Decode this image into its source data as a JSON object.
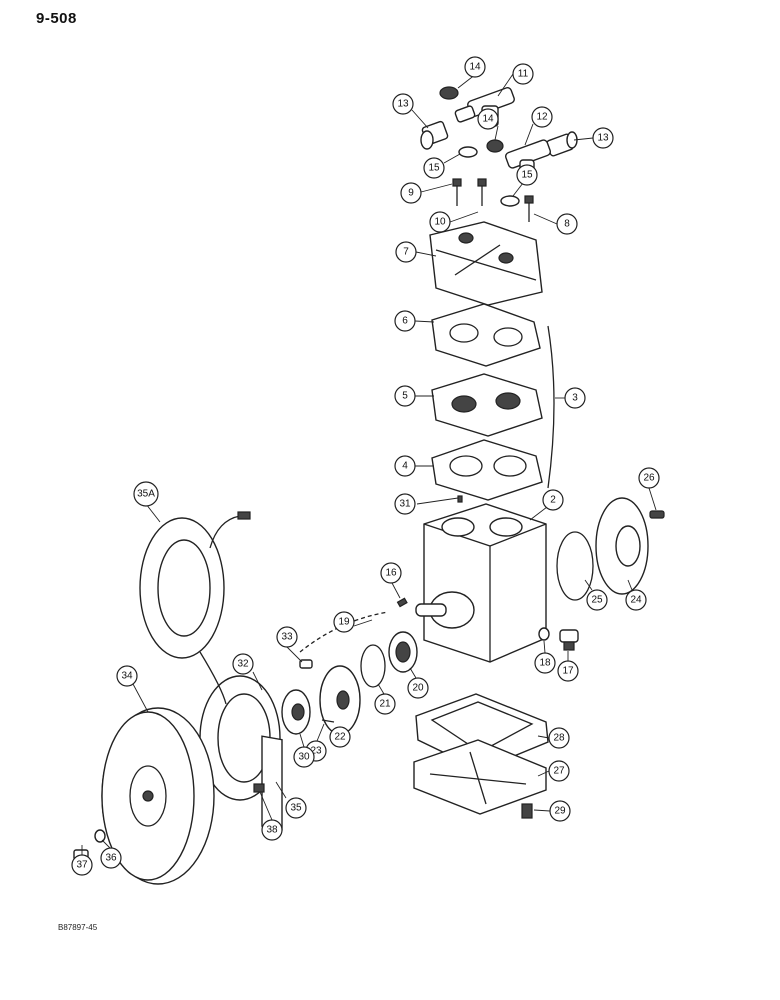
{
  "header": {
    "page_number": "9-508"
  },
  "footer": {
    "figure_code": "B87897-45"
  },
  "callouts": [
    {
      "id": "c2",
      "label": "2"
    },
    {
      "id": "c3",
      "label": "3"
    },
    {
      "id": "c4",
      "label": "4"
    },
    {
      "id": "c5",
      "label": "5"
    },
    {
      "id": "c6",
      "label": "6"
    },
    {
      "id": "c7",
      "label": "7"
    },
    {
      "id": "c8",
      "label": "8"
    },
    {
      "id": "c9",
      "label": "9"
    },
    {
      "id": "c10",
      "label": "10"
    },
    {
      "id": "c11",
      "label": "11"
    },
    {
      "id": "c12",
      "label": "12"
    },
    {
      "id": "c13a",
      "label": "13"
    },
    {
      "id": "c13b",
      "label": "13"
    },
    {
      "id": "c14a",
      "label": "14"
    },
    {
      "id": "c14b",
      "label": "14"
    },
    {
      "id": "c15a",
      "label": "15"
    },
    {
      "id": "c15b",
      "label": "15"
    },
    {
      "id": "c16",
      "label": "16"
    },
    {
      "id": "c17",
      "label": "17"
    },
    {
      "id": "c18",
      "label": "18"
    },
    {
      "id": "c19",
      "label": "19"
    },
    {
      "id": "c20",
      "label": "20"
    },
    {
      "id": "c21",
      "label": "21"
    },
    {
      "id": "c22",
      "label": "22"
    },
    {
      "id": "c23",
      "label": "23"
    },
    {
      "id": "c24",
      "label": "24"
    },
    {
      "id": "c25",
      "label": "25"
    },
    {
      "id": "c26",
      "label": "26"
    },
    {
      "id": "c27",
      "label": "27"
    },
    {
      "id": "c28",
      "label": "28"
    },
    {
      "id": "c29",
      "label": "29"
    },
    {
      "id": "c30",
      "label": "30"
    },
    {
      "id": "c31",
      "label": "31"
    },
    {
      "id": "c32",
      "label": "32"
    },
    {
      "id": "c33",
      "label": "33"
    },
    {
      "id": "c34",
      "label": "34"
    },
    {
      "id": "c35",
      "label": "35"
    },
    {
      "id": "c35a",
      "label": "35A"
    },
    {
      "id": "c36",
      "label": "36"
    },
    {
      "id": "c37",
      "label": "37"
    },
    {
      "id": "c38",
      "label": "38"
    }
  ]
}
